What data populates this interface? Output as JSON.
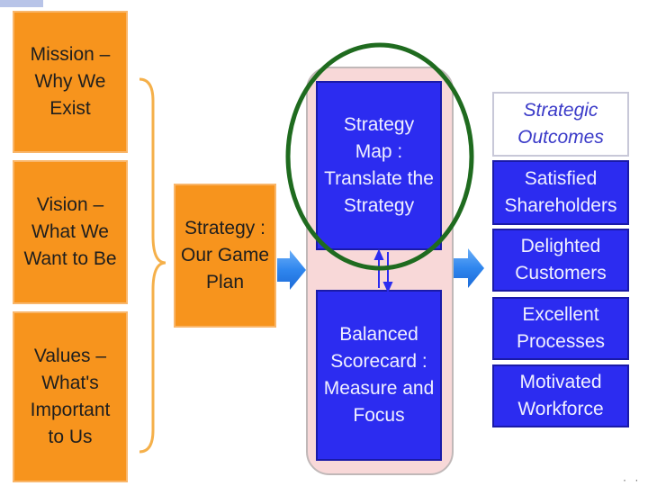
{
  "left_column": [
    {
      "text": "Mission –\nWhy We\nExist"
    },
    {
      "text": "Vision –\nWhat We\nWant to Be"
    },
    {
      "text": "Values –\nWhat's\nImportant\nto Us"
    }
  ],
  "strategy_box": {
    "text": "Strategy :\nOur Game\nPlan"
  },
  "center_panel": {
    "strategy_map": {
      "text": "Strategy\nMap :\nTranslate the\nStrategy"
    },
    "balanced_scorecard": {
      "text": "Balanced\nScorecard :\nMeasure and\nFocus"
    }
  },
  "outcomes": {
    "title": "Strategic\nOutcomes",
    "items": [
      {
        "text": "Satisfied\nShareholders"
      },
      {
        "text": "Delighted\nCustomers"
      },
      {
        "text": "Excellent\nProcesses"
      },
      {
        "text": "Motivated\nWorkforce"
      }
    ]
  },
  "footer_dots": "· ·",
  "colors": {
    "orange": "#f7941d",
    "blue": "#2c2cf0",
    "arrow_blue": "#3a8ef0",
    "brace": "#f5b04a",
    "highlight_ellipse": "#1f6b1f",
    "panel_pink": "#f8d8d8"
  }
}
